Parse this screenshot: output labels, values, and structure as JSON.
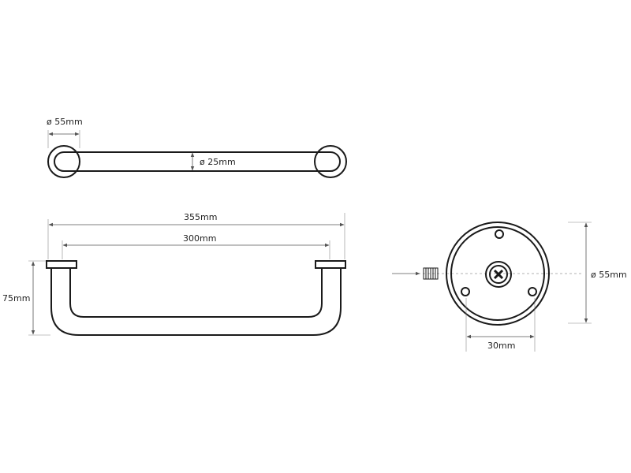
{
  "colors": {
    "ink": "#1a1a1a",
    "dimension": "#555555",
    "background": "#ffffff"
  },
  "top_view": {
    "flange_diameter_label": "ø 55mm",
    "tube_diameter_label": "ø 25mm"
  },
  "front_view": {
    "overall_length_label": "355mm",
    "inner_length_label": "300mm",
    "projection_label": "75mm"
  },
  "side_view": {
    "flange_diameter_label": "ø 55mm",
    "hole_spacing_label": "30mm",
    "screw_head_icon": "cross-screw-icon"
  }
}
